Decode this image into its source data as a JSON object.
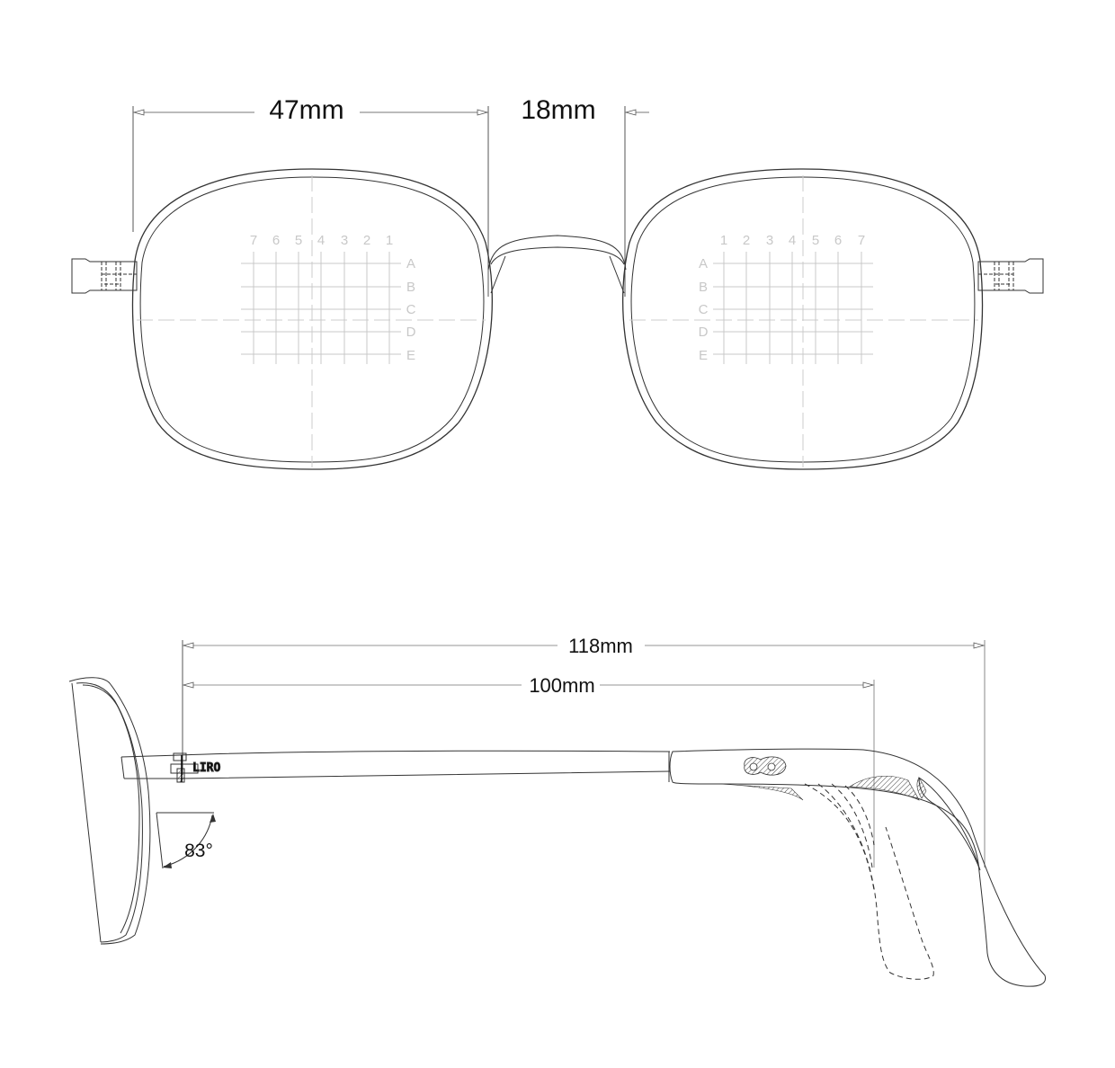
{
  "diagram": {
    "type": "eyeglasses-technical-drawing",
    "front_view": {
      "dimensions": {
        "lens_width": "47mm",
        "bridge_width": "18mm"
      },
      "left_lens_grid": {
        "columns": [
          "7",
          "6",
          "5",
          "4",
          "3",
          "2",
          "1"
        ],
        "rows": [
          "A",
          "B",
          "C",
          "D",
          "E"
        ]
      },
      "right_lens_grid": {
        "columns": [
          "1",
          "2",
          "3",
          "4",
          "5",
          "6",
          "7"
        ],
        "rows": [
          "A",
          "B",
          "C",
          "D",
          "E"
        ]
      }
    },
    "side_view": {
      "dimensions": {
        "total_temple_length": "118mm",
        "temple_to_bend": "100mm",
        "pantoscopic_angle": "83°"
      },
      "brand_logo": "LIRO"
    },
    "colors": {
      "line": "#333333",
      "grid": "#c8c8c8",
      "dim_line": "#999999",
      "text": "#111111"
    }
  }
}
